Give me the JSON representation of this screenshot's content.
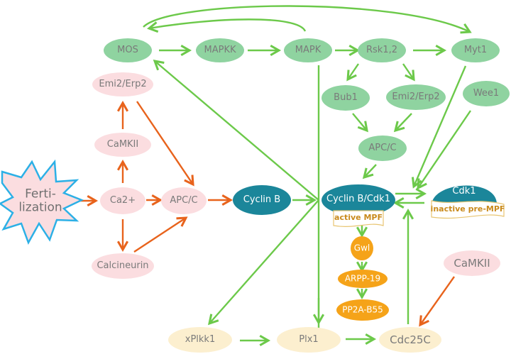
{
  "title": "Fertilization-triggered signaling network controlling MPF (Cyclin B/Cdk1)",
  "colors": {
    "green_node": "#8fd3a0",
    "green_arrow": "#6cc94a",
    "orange_arrow": "#e8631c",
    "pink_cloud": "#fbdde0",
    "teal_node": "#1b869a",
    "orange_node": "#f5a319",
    "cream_node": "#fcefcf",
    "star_fill": "#fbdde0",
    "star_stroke": "#2cb0e6",
    "mpf_label_text": "#c98a1c"
  },
  "nodes": {
    "fertilization": "Ferti-\nlization",
    "ca2": "Ca2+",
    "camkii_left": "CaMKII",
    "emi2_left": "Emi2/Erp2",
    "calcineurin": "Calcineurin",
    "apcc_left": "APC/C",
    "cyclinb": "Cyclin B",
    "mos": "MOS",
    "mapkk": "MAPKK",
    "mapk": "MAPK",
    "rsk": "Rsk1,2",
    "myt1": "Myt1",
    "bub1": "Bub1",
    "emi2_right": "Emi2/Erp2",
    "wee1": "Wee1",
    "apcc_right": "APC/C",
    "cyclinb_cdk1": "Cyclin B/Cdk1",
    "active_mpf": "active MPF",
    "cdk1": "Cdk1",
    "inactive_mpf": "inactive pre-MPF",
    "gwl": "Gwl",
    "arpp19": "ARPP-19",
    "pp2a": "PP2A-B55",
    "camkii_right": "CaMKII",
    "xplkk1": "xPlkk1",
    "plx1": "Plx1",
    "cdc25c": "Cdc25C"
  },
  "edges": [
    {
      "from": "fertilization",
      "to": "ca2",
      "color": "orange"
    },
    {
      "from": "ca2",
      "to": "camkii_left",
      "color": "orange"
    },
    {
      "from": "camkii_left",
      "to": "emi2_left",
      "color": "orange"
    },
    {
      "from": "ca2",
      "to": "calcineurin",
      "color": "orange"
    },
    {
      "from": "ca2",
      "to": "apcc_left",
      "color": "orange"
    },
    {
      "from": "emi2_left",
      "to": "apcc_left",
      "color": "orange"
    },
    {
      "from": "calcineurin",
      "to": "apcc_left",
      "color": "orange"
    },
    {
      "from": "apcc_left",
      "to": "cyclinb",
      "color": "orange"
    },
    {
      "from": "cyclinb",
      "to": "cyclinb_cdk1",
      "color": "green"
    },
    {
      "from": "mos",
      "to": "mapkk",
      "color": "green"
    },
    {
      "from": "mapkk",
      "to": "mapk",
      "color": "green"
    },
    {
      "from": "mapk",
      "to": "rsk",
      "color": "green"
    },
    {
      "from": "rsk",
      "to": "myt1",
      "color": "green"
    },
    {
      "from": "rsk",
      "to": "bub1",
      "color": "green"
    },
    {
      "from": "rsk",
      "to": "emi2_right",
      "color": "green"
    },
    {
      "from": "bub1",
      "to": "apcc_right",
      "color": "green"
    },
    {
      "from": "emi2_right",
      "to": "apcc_right",
      "color": "green"
    },
    {
      "from": "apcc_right",
      "to": "cyclinb_cdk1",
      "color": "green"
    },
    {
      "from": "mapk",
      "to": "mos",
      "color": "green"
    },
    {
      "from": "mos",
      "to": "myt1",
      "color": "green"
    },
    {
      "from": "myt1",
      "to": "cyclinb_cdk1",
      "color": "green"
    },
    {
      "from": "wee1",
      "to": "cyclinb_cdk1",
      "color": "green"
    },
    {
      "from": "cyclinb_cdk1",
      "to": "cdk1",
      "color": "green"
    },
    {
      "from": "cdk1",
      "to": "cyclinb_cdk1",
      "color": "green"
    },
    {
      "from": "cyclinb_cdk1",
      "to": "gwl",
      "color": "green"
    },
    {
      "from": "gwl",
      "to": "arpp19",
      "color": "green"
    },
    {
      "from": "arpp19",
      "to": "pp2a",
      "color": "green"
    },
    {
      "from": "cyclinb_cdk1",
      "to": "mos",
      "color": "green"
    },
    {
      "from": "cyclinb_cdk1",
      "to": "xplkk1",
      "color": "green"
    },
    {
      "from": "mapk",
      "to": "plx1",
      "color": "green"
    },
    {
      "from": "xplkk1",
      "to": "plx1",
      "color": "green"
    },
    {
      "from": "plx1",
      "to": "cdc25c",
      "color": "green"
    },
    {
      "from": "cdc25c",
      "to": "cyclinb_cdk1",
      "color": "green"
    },
    {
      "from": "camkii_right",
      "to": "cdc25c",
      "color": "orange"
    }
  ]
}
